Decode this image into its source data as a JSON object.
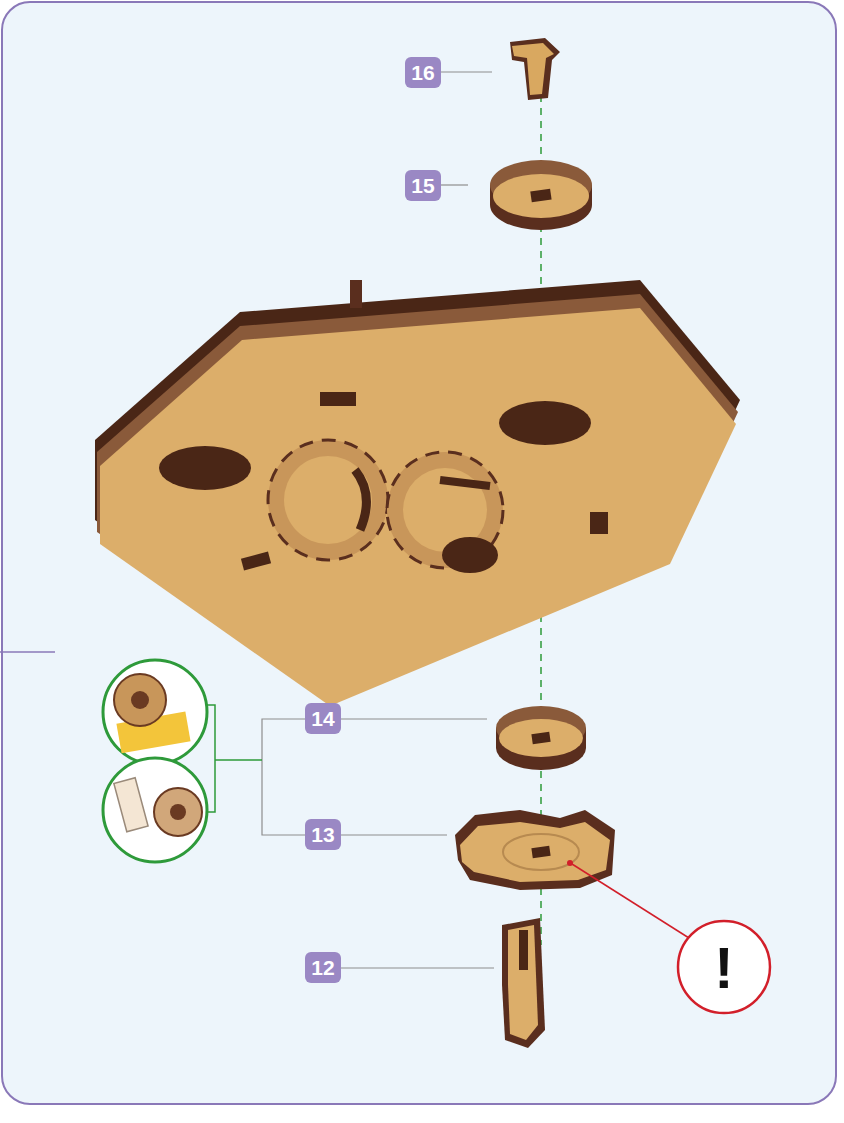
{
  "diagram": {
    "labels": [
      "16",
      "15",
      "14",
      "13",
      "12",
      "!"
    ]
  }
}
